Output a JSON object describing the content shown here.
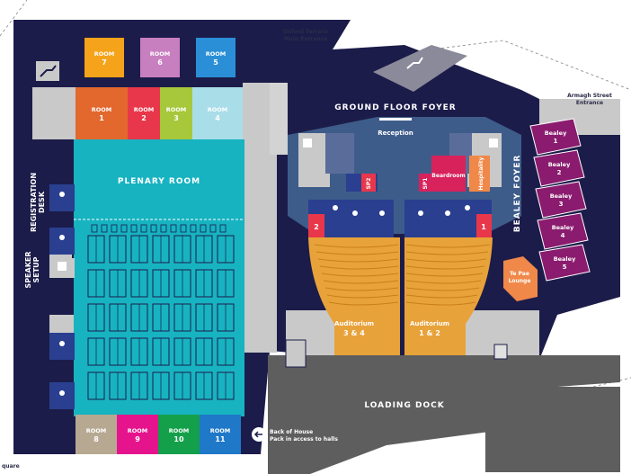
{
  "labels": {
    "oxford_terrace": [
      "Oxford Terrace",
      "Main Entrance"
    ],
    "armagh_street": [
      "Armagh Street",
      "Entrance"
    ],
    "ground_floor_foyer": "GROUND FLOOR FOYER",
    "reception": "Reception",
    "bealey_foyer": "BEALEY FOYER",
    "plenary_room": "PLENARY ROOM",
    "registration_desk": [
      "REGISTRATION",
      "DESK"
    ],
    "speaker_setup": [
      "SPEAKER",
      "SETUP"
    ],
    "loading_dock": "LOADING DOCK",
    "back_of_house": [
      "Back of House",
      "Pack in access to halls"
    ],
    "square_fragment": "quare",
    "auditorium_left": [
      "Auditorium",
      "3 & 4"
    ],
    "auditorium_right": [
      "Auditorium",
      "1 & 2"
    ],
    "te_pae_lounge": [
      "Te Pae",
      "Lounge"
    ],
    "beardroom": "Beardroom",
    "hospitality": "Hospitality",
    "sp1": "SP1",
    "sp2": "SP2",
    "box_left": "2",
    "box_right": "1"
  },
  "rooms": {
    "top_row": [
      {
        "line1": "ROOM",
        "line2": "7",
        "color": "#f5a31a"
      },
      {
        "line1": "ROOM",
        "line2": "6",
        "color": "#c87fc0"
      },
      {
        "line1": "ROOM",
        "line2": "5",
        "color": "#2a8fd6"
      }
    ],
    "second_row": [
      {
        "line1": "ROOM",
        "line2": "1",
        "color": "#e2682e"
      },
      {
        "line1": "ROOM",
        "line2": "2",
        "color": "#e8374a"
      },
      {
        "line1": "ROOM",
        "line2": "3",
        "color": "#a6c83a"
      },
      {
        "line1": "ROOM",
        "line2": "4",
        "color": "#a9dde8"
      }
    ],
    "bottom_row": [
      {
        "line1": "ROOM",
        "line2": "8",
        "color": "#b7a892"
      },
      {
        "line1": "ROOM",
        "line2": "9",
        "color": "#e6148c"
      },
      {
        "line1": "ROOM",
        "line2": "10",
        "color": "#14a04a"
      },
      {
        "line1": "ROOM",
        "line2": "11",
        "color": "#1f78c8"
      }
    ]
  },
  "bealey_rooms": [
    {
      "line1": "Bealey",
      "line2": "1"
    },
    {
      "line1": "Bealey",
      "line2": "2"
    },
    {
      "line1": "Bealey",
      "line2": "3"
    },
    {
      "line1": "Bealey",
      "line2": "4"
    },
    {
      "line1": "Bealey",
      "line2": "5"
    }
  ],
  "colors": {
    "navy": "#1c1c4a",
    "plenary": "#17b3c1",
    "auditorium": "#e8a23a",
    "grey": "#5e5e5e",
    "light_grey": "#c9c9c9",
    "bealey": "#8a1b6e",
    "beardroom": "#d8225c",
    "hospitality": "#f0884a",
    "blue_band": "#2a3f8f"
  }
}
